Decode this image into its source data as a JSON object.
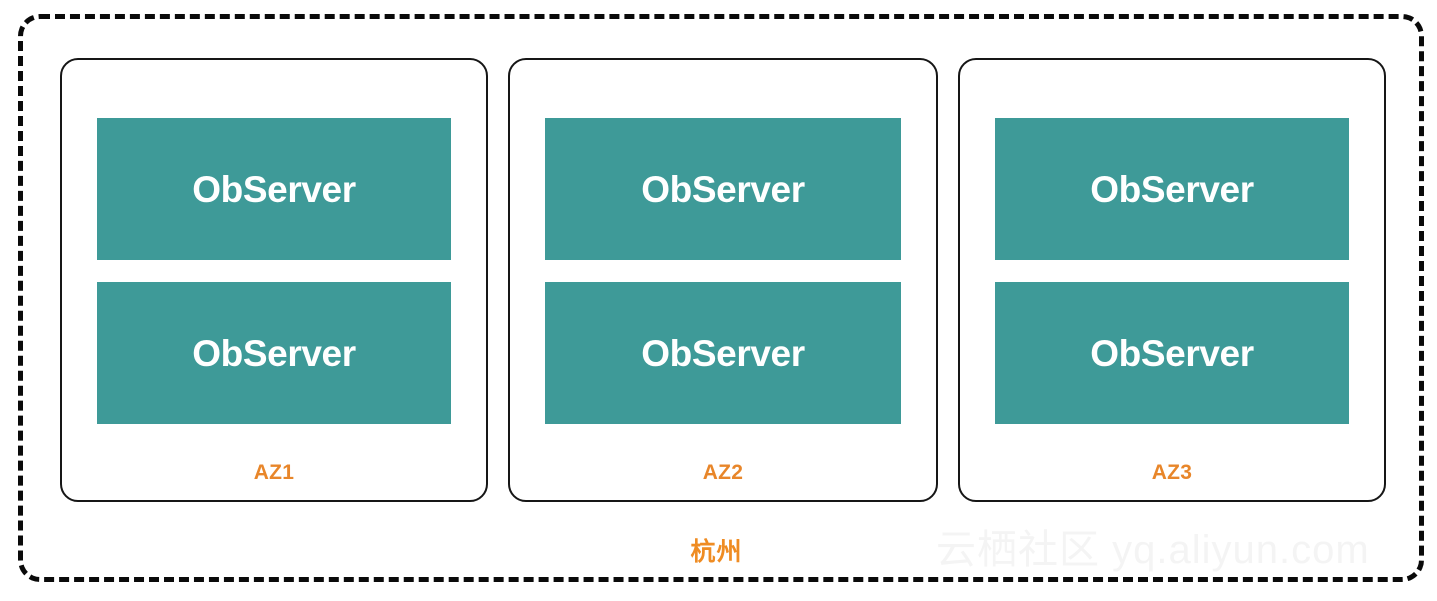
{
  "diagram": {
    "type": "architecture-deployment-topology",
    "region": {
      "label": "杭州",
      "border_style": "dashed",
      "border_color": "#0a0a0a",
      "label_color": "#ef8c23"
    },
    "node_color": "#3e9a98",
    "node_text_color": "#ffffff",
    "az_label_color": "#e8862a",
    "zones": [
      {
        "id": "az1",
        "label": "AZ1",
        "nodes": [
          {
            "label": "ObServer"
          },
          {
            "label": "ObServer"
          }
        ]
      },
      {
        "id": "az2",
        "label": "AZ2",
        "nodes": [
          {
            "label": "ObServer"
          },
          {
            "label": "ObServer"
          }
        ]
      },
      {
        "id": "az3",
        "label": "AZ3",
        "nodes": [
          {
            "label": "ObServer"
          },
          {
            "label": "ObServer"
          }
        ]
      }
    ]
  },
  "watermark": {
    "text": "云栖社区 yq.aliyun.com"
  }
}
